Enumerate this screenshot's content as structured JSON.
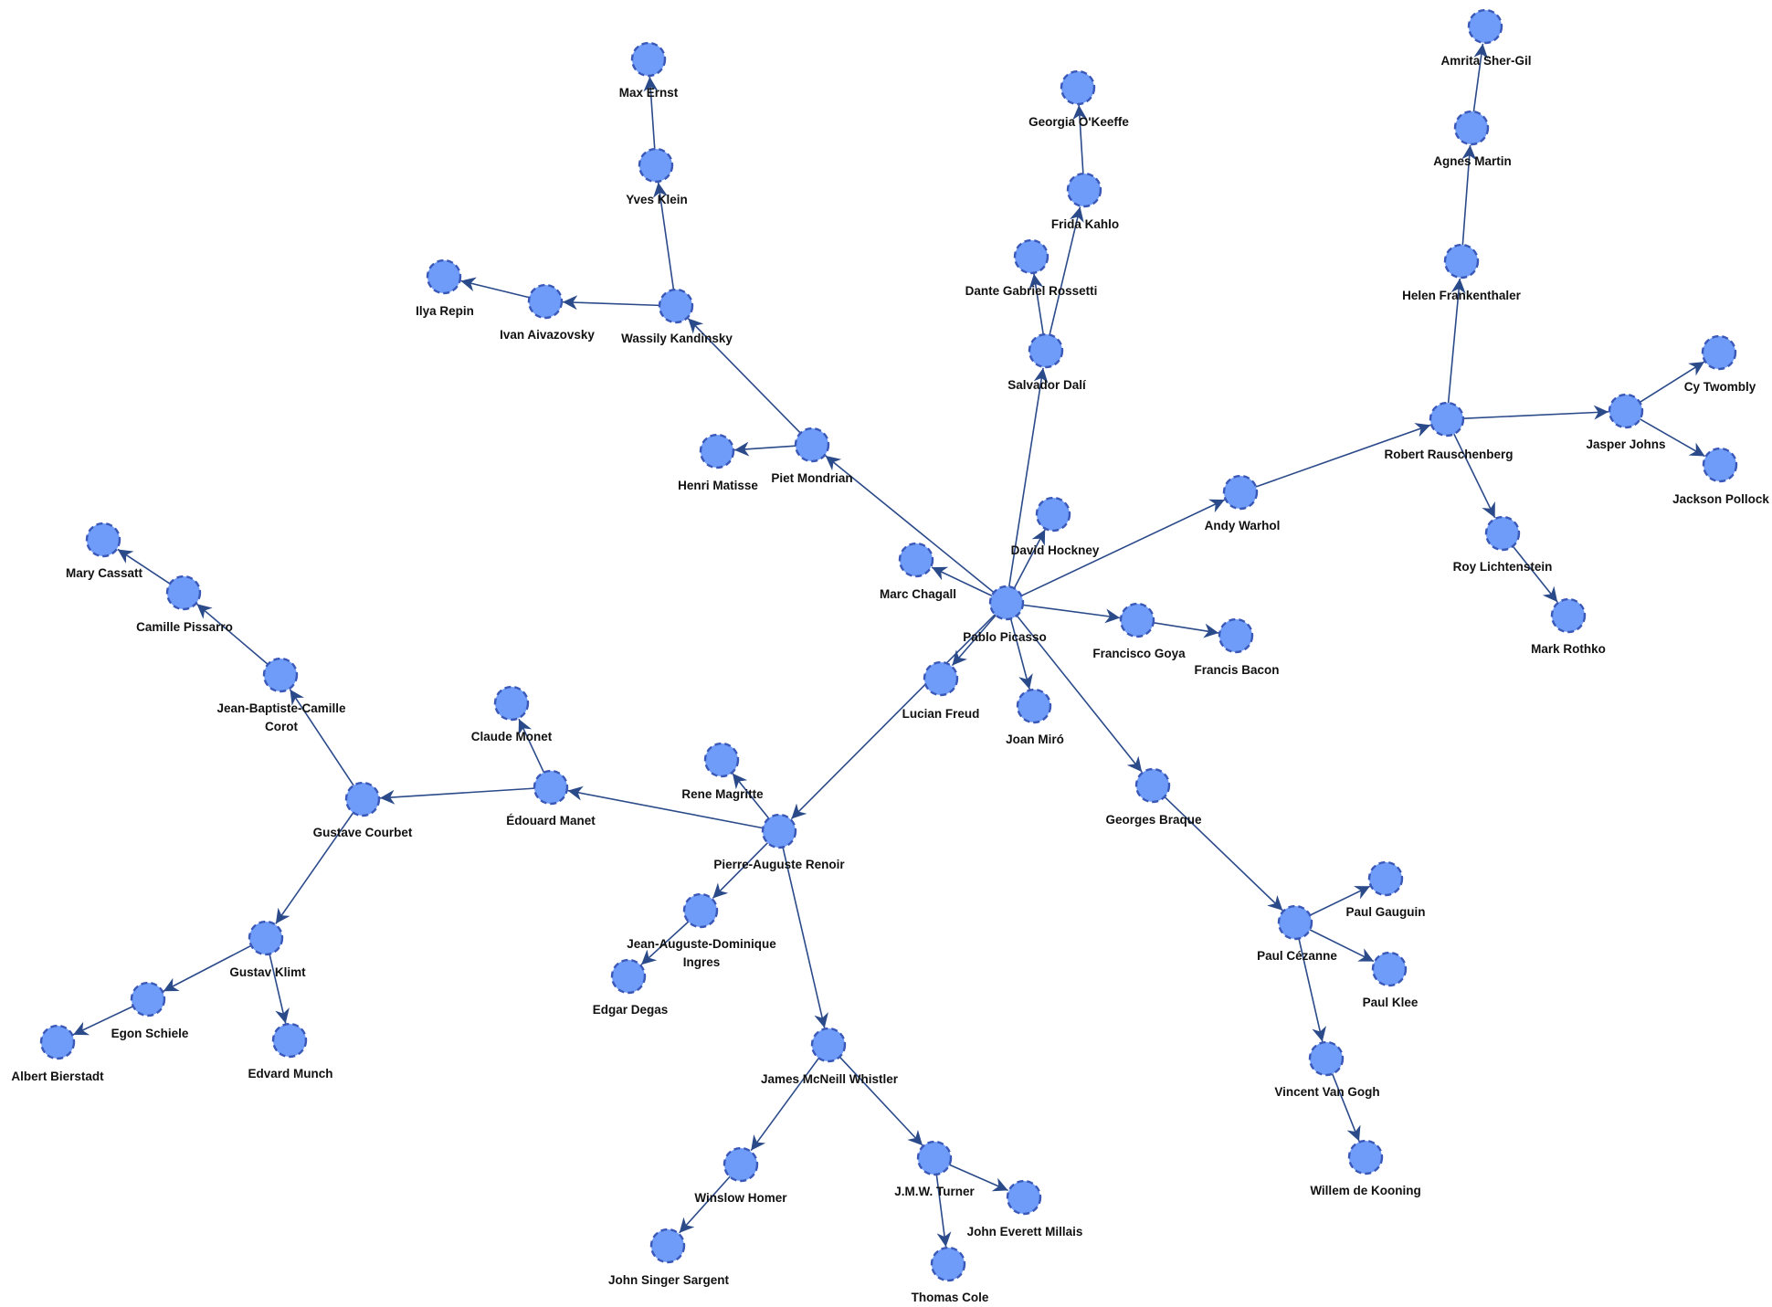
{
  "graph": {
    "node_fill": "#6f9cf8",
    "node_stroke": "#3a58b8",
    "edge_color": "#2b4a8a",
    "nodes": [
      {
        "id": "pablo-picasso",
        "label": "Pablo Picasso"
      },
      {
        "id": "marc-chagall",
        "label": "Marc Chagall"
      },
      {
        "id": "david-hockney",
        "label": "David Hockney"
      },
      {
        "id": "lucian-freud",
        "label": "Lucian Freud"
      },
      {
        "id": "joan-miro",
        "label": "Joan Miró"
      },
      {
        "id": "francisco-goya",
        "label": "Francisco Goya"
      },
      {
        "id": "francis-bacon",
        "label": "Francis Bacon"
      },
      {
        "id": "georges-braque",
        "label": "Georges Braque"
      },
      {
        "id": "andy-warhol",
        "label": "Andy Warhol"
      },
      {
        "id": "robert-rauschenberg",
        "label": "Robert Rauschenberg"
      },
      {
        "id": "jasper-johns",
        "label": "Jasper Johns"
      },
      {
        "id": "cy-twombly",
        "label": "Cy Twombly"
      },
      {
        "id": "jackson-pollock",
        "label": "Jackson Pollock"
      },
      {
        "id": "roy-lichtenstein",
        "label": "Roy Lichtenstein"
      },
      {
        "id": "mark-rothko",
        "label": "Mark Rothko"
      },
      {
        "id": "helen-frankenthaler",
        "label": "Helen Frankenthaler"
      },
      {
        "id": "agnes-martin",
        "label": "Agnes Martin"
      },
      {
        "id": "amrita-sher-gil",
        "label": "Amrita Sher-Gil"
      },
      {
        "id": "salvador-dali",
        "label": "Salvador Dalí"
      },
      {
        "id": "dante-gabriel-rossetti",
        "label": "Dante Gabriel Rossetti"
      },
      {
        "id": "frida-kahlo",
        "label": "Frida Kahlo"
      },
      {
        "id": "georgia-okeeffe",
        "label": "Georgia O'Keeffe"
      },
      {
        "id": "piet-mondrian",
        "label": "Piet Mondrian"
      },
      {
        "id": "henri-matisse",
        "label": "Henri Matisse"
      },
      {
        "id": "wassily-kandinsky",
        "label": "Wassily Kandinsky"
      },
      {
        "id": "yves-klein",
        "label": "Yves Klein"
      },
      {
        "id": "max-ernst",
        "label": "Max Ernst"
      },
      {
        "id": "ivan-aivazovsky",
        "label": "Ivan Aivazovsky"
      },
      {
        "id": "ilya-repin",
        "label": "Ilya Repin"
      },
      {
        "id": "pierre-auguste-renoir",
        "label": "Pierre-Auguste Renoir"
      },
      {
        "id": "rene-magritte",
        "label": "Rene Magritte"
      },
      {
        "id": "edouard-manet",
        "label": "Édouard Manet"
      },
      {
        "id": "claude-monet",
        "label": "Claude Monet"
      },
      {
        "id": "gustave-courbet",
        "label": "Gustave Courbet"
      },
      {
        "id": "jean-baptiste-camille-corot",
        "label": "Jean-Baptiste-Camille Corot"
      },
      {
        "id": "camille-pissarro",
        "label": "Camille Pissarro"
      },
      {
        "id": "mary-cassatt",
        "label": "Mary Cassatt"
      },
      {
        "id": "gustav-klimt",
        "label": "Gustav Klimt"
      },
      {
        "id": "egon-schiele",
        "label": "Egon Schiele"
      },
      {
        "id": "albert-bierstadt",
        "label": "Albert Bierstadt"
      },
      {
        "id": "edvard-munch",
        "label": "Edvard Munch"
      },
      {
        "id": "jean-auguste-dominique-ingres",
        "label": "Jean-Auguste-Dominique Ingres"
      },
      {
        "id": "edgar-degas",
        "label": "Edgar Degas"
      },
      {
        "id": "james-mcneill-whistler",
        "label": "James McNeill Whistler"
      },
      {
        "id": "winslow-homer",
        "label": "Winslow Homer"
      },
      {
        "id": "john-singer-sargent",
        "label": "John Singer Sargent"
      },
      {
        "id": "jmw-turner",
        "label": "J.M.W. Turner"
      },
      {
        "id": "john-everett-millais",
        "label": "John Everett Millais"
      },
      {
        "id": "thomas-cole",
        "label": "Thomas Cole"
      },
      {
        "id": "paul-cezanne",
        "label": "Paul Cézanne"
      },
      {
        "id": "paul-gauguin",
        "label": "Paul Gauguin"
      },
      {
        "id": "paul-klee",
        "label": "Paul Klee"
      },
      {
        "id": "vincent-van-gogh",
        "label": "Vincent Van Gogh"
      },
      {
        "id": "willem-de-kooning",
        "label": "Willem de Kooning"
      }
    ],
    "edges": [
      {
        "from": "pablo-picasso",
        "to": "marc-chagall"
      },
      {
        "from": "pablo-picasso",
        "to": "david-hockney"
      },
      {
        "from": "pablo-picasso",
        "to": "lucian-freud"
      },
      {
        "from": "pablo-picasso",
        "to": "joan-miro"
      },
      {
        "from": "pablo-picasso",
        "to": "francisco-goya"
      },
      {
        "from": "francisco-goya",
        "to": "francis-bacon"
      },
      {
        "from": "pablo-picasso",
        "to": "georges-braque"
      },
      {
        "from": "pablo-picasso",
        "to": "andy-warhol"
      },
      {
        "from": "andy-warhol",
        "to": "robert-rauschenberg"
      },
      {
        "from": "robert-rauschenberg",
        "to": "jasper-johns"
      },
      {
        "from": "jasper-johns",
        "to": "cy-twombly"
      },
      {
        "from": "jasper-johns",
        "to": "jackson-pollock"
      },
      {
        "from": "robert-rauschenberg",
        "to": "roy-lichtenstein"
      },
      {
        "from": "roy-lichtenstein",
        "to": "mark-rothko"
      },
      {
        "from": "robert-rauschenberg",
        "to": "helen-frankenthaler"
      },
      {
        "from": "helen-frankenthaler",
        "to": "agnes-martin"
      },
      {
        "from": "agnes-martin",
        "to": "amrita-sher-gil"
      },
      {
        "from": "pablo-picasso",
        "to": "salvador-dali"
      },
      {
        "from": "salvador-dali",
        "to": "dante-gabriel-rossetti"
      },
      {
        "from": "salvador-dali",
        "to": "frida-kahlo"
      },
      {
        "from": "frida-kahlo",
        "to": "georgia-okeeffe"
      },
      {
        "from": "pablo-picasso",
        "to": "piet-mondrian"
      },
      {
        "from": "piet-mondrian",
        "to": "henri-matisse"
      },
      {
        "from": "piet-mondrian",
        "to": "wassily-kandinsky"
      },
      {
        "from": "wassily-kandinsky",
        "to": "yves-klein"
      },
      {
        "from": "yves-klein",
        "to": "max-ernst"
      },
      {
        "from": "wassily-kandinsky",
        "to": "ivan-aivazovsky"
      },
      {
        "from": "ivan-aivazovsky",
        "to": "ilya-repin"
      },
      {
        "from": "pablo-picasso",
        "to": "pierre-auguste-renoir"
      },
      {
        "from": "pierre-auguste-renoir",
        "to": "rene-magritte"
      },
      {
        "from": "pierre-auguste-renoir",
        "to": "edouard-manet"
      },
      {
        "from": "edouard-manet",
        "to": "claude-monet"
      },
      {
        "from": "edouard-manet",
        "to": "gustave-courbet"
      },
      {
        "from": "gustave-courbet",
        "to": "jean-baptiste-camille-corot"
      },
      {
        "from": "jean-baptiste-camille-corot",
        "to": "camille-pissarro"
      },
      {
        "from": "camille-pissarro",
        "to": "mary-cassatt"
      },
      {
        "from": "gustave-courbet",
        "to": "gustav-klimt"
      },
      {
        "from": "gustav-klimt",
        "to": "egon-schiele"
      },
      {
        "from": "egon-schiele",
        "to": "albert-bierstadt"
      },
      {
        "from": "gustav-klimt",
        "to": "edvard-munch"
      },
      {
        "from": "pierre-auguste-renoir",
        "to": "jean-auguste-dominique-ingres"
      },
      {
        "from": "jean-auguste-dominique-ingres",
        "to": "edgar-degas"
      },
      {
        "from": "pierre-auguste-renoir",
        "to": "james-mcneill-whistler"
      },
      {
        "from": "james-mcneill-whistler",
        "to": "winslow-homer"
      },
      {
        "from": "winslow-homer",
        "to": "john-singer-sargent"
      },
      {
        "from": "james-mcneill-whistler",
        "to": "jmw-turner"
      },
      {
        "from": "jmw-turner",
        "to": "john-everett-millais"
      },
      {
        "from": "jmw-turner",
        "to": "thomas-cole"
      },
      {
        "from": "georges-braque",
        "to": "paul-cezanne"
      },
      {
        "from": "paul-cezanne",
        "to": "paul-gauguin"
      },
      {
        "from": "paul-cezanne",
        "to": "paul-klee"
      },
      {
        "from": "paul-cezanne",
        "to": "vincent-van-gogh"
      },
      {
        "from": "vincent-van-gogh",
        "to": "willem-de-kooning"
      }
    ]
  }
}
